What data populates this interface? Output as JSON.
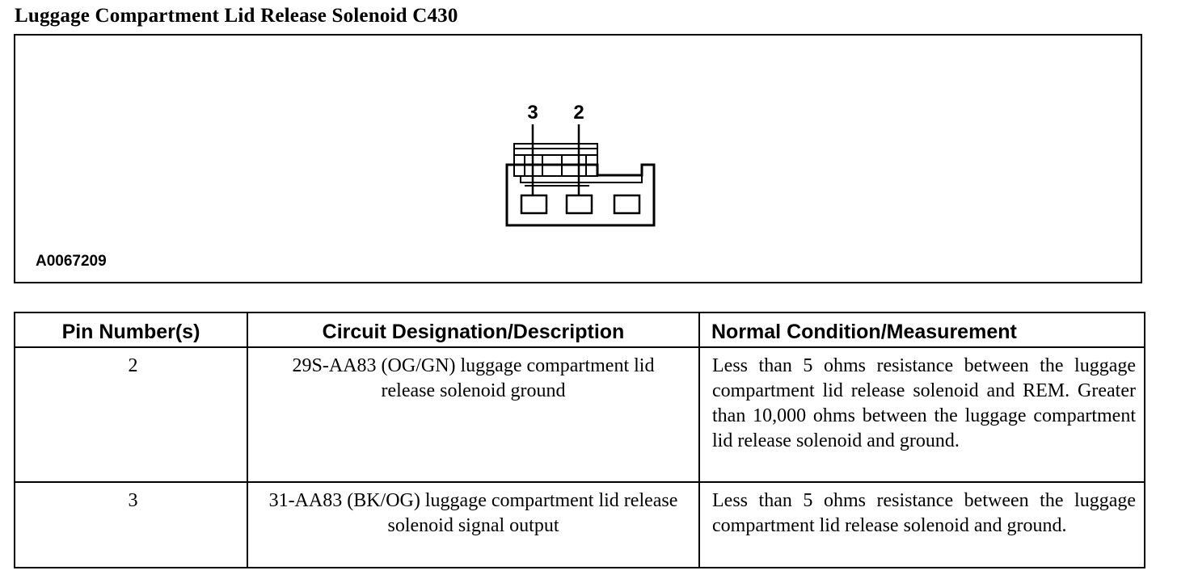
{
  "document": {
    "title": "Luggage Compartment Lid Release Solenoid C430",
    "figure_id": "A0067209"
  },
  "connector": {
    "pin_labels": [
      "3",
      "2"
    ]
  },
  "table": {
    "headers": [
      "Pin Number(s)",
      "Circuit Designation/Description",
      "Normal Condition/Measurement"
    ],
    "rows": [
      {
        "pin": "2",
        "circuit": "29S-AA83 (OG/GN) luggage compartment lid release solenoid ground",
        "condition": "Less than 5 ohms resistance between the luggage compartment lid release solenoid and REM. Greater than 10,000 ohms between the luggage compartment lid release solenoid and ground."
      },
      {
        "pin": "3",
        "circuit": "31-AA83 (BK/OG) luggage compartment lid release solenoid signal output",
        "condition": "Less than 5 ohms resistance between the luggage compartment lid release solenoid and ground."
      }
    ]
  }
}
